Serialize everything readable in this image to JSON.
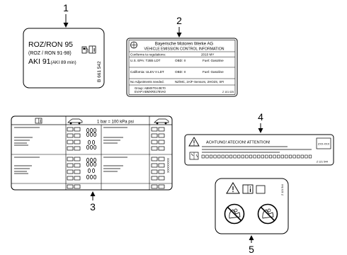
{
  "callouts": [
    "1",
    "2",
    "3",
    "4",
    "5"
  ],
  "label1": {
    "line1": "ROZ/RON 95",
    "line2": "(ROZ / RON 91-98)",
    "line3_main": "AKI 91",
    "line3_sub": "(AKI 89 min)",
    "part_number": "B 661 542"
  },
  "label2": {
    "company": "Bayerische Motoren Werke AG",
    "subtitle": "VEHICLE EMISSION CONTROL INFORMATION",
    "conforms": "Conforms to regulations:",
    "model_year": "2010 MY",
    "us_epa": "U.S. EPA: T2B5 LDT",
    "obd1": "OBD: II",
    "fuel1": "Fuel: Gasoline",
    "california": "California: ULEV II LDT",
    "obd2": "OBD: II",
    "fuel2": "Fuel: Gasoline",
    "no_adjust": "No Adjustments needed.",
    "sensors": "NZ/MC, 2A/F-Sensors, 2HO2S, SFI",
    "group": "Group: ABMXT04.0E70",
    "evap": "EVAP:ABMXR0178VA0",
    "code": "Z 101 025"
  },
  "label3": {
    "header": "1 bar = 100 kPa   psi",
    "side_code": "XXXXXXX"
  },
  "label4": {
    "warning": "ACHTUNG!  ATECION!  ATTENTION!",
    "box_code": "ZXX-XXX",
    "code": "Z 121 544"
  },
  "label5": {
    "code": "Z 121 544"
  },
  "colors": {
    "stroke": "#000000",
    "background": "#ffffff"
  }
}
